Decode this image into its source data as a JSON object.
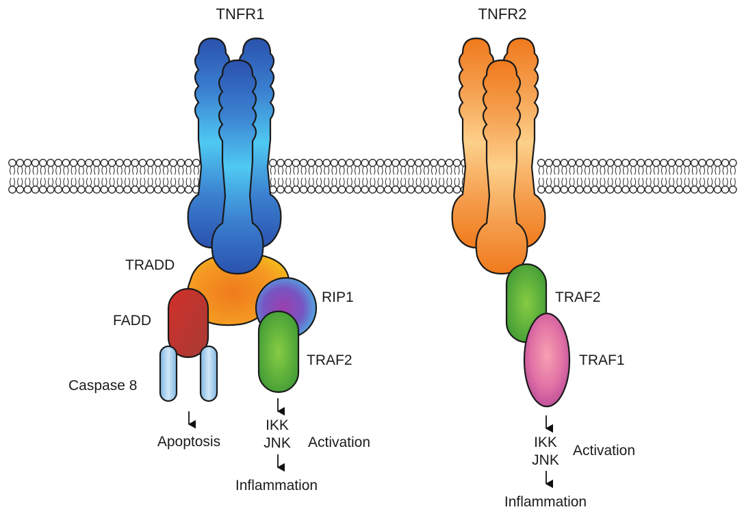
{
  "receptors": {
    "tnfr1": {
      "label": "TNFR1"
    },
    "tnfr2": {
      "label": "TNFR2"
    }
  },
  "tnfr1_complex": {
    "tradd": "TRADD",
    "fadd": "FADD",
    "rip1": "RIP1",
    "traf2": "TRAF2",
    "caspase8": "Caspase 8",
    "apoptosis": "Apoptosis",
    "ikk": "IKK",
    "jnk": "JNK",
    "activation": "Activation",
    "inflammation": "Inflammation"
  },
  "tnfr2_complex": {
    "traf2": "TRAF2",
    "traf1": "TRAF1",
    "ikk": "IKK",
    "jnk": "JNK",
    "activation": "Activation",
    "inflammation": "Inflammation"
  },
  "colors": {
    "tnfr1_dark": "#2b56b0",
    "tnfr1_light": "#4cc6f0",
    "tnfr2_dark": "#f07a1c",
    "tnfr2_light": "#fdd08a",
    "tradd": "#f5a020",
    "fadd": "#c8332b",
    "traf2": "#5cb23c",
    "traf1": "#d060a8",
    "caspase8": "#a8d4f0"
  }
}
